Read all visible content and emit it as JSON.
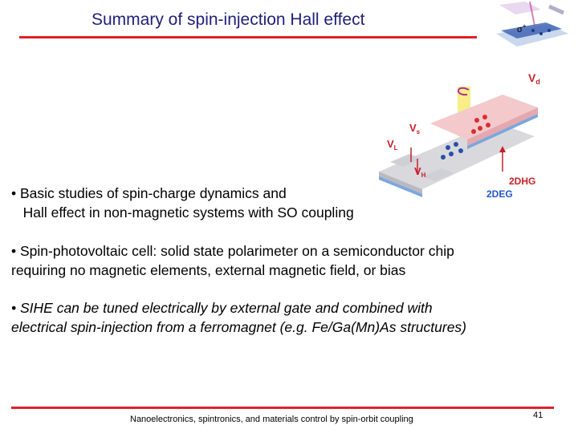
{
  "title": "Summary of spin-injection Hall effect",
  "bullets": [
    {
      "line1": "•  Basic studies of spin-charge dynamics and",
      "line2": "   Hall effect in non-magnetic systems with SO coupling"
    },
    {
      "line1": "•  Spin-photovoltaic cell: solid state polarimeter on a semiconductor chip",
      "line2": "requiring no magnetic elements,  external magnetic field, or bias"
    },
    {
      "line1": "•  SIHE can be tuned electrically by external gate and combined with",
      "line2": "electrical spin-injection from a ferromagnet (e.g. Fe/Ga(Mn)As structures)"
    }
  ],
  "diagram_labels": {
    "vd": "V",
    "vd_sub": "d",
    "vs": "V",
    "vs_sub": "s",
    "vl": "V",
    "vl_sub": "L",
    "vh": "V",
    "vh_sub": "H",
    "dhg": "2DHG",
    "deg": "2DEG"
  },
  "corner_labels": {
    "sigma": "σ",
    "sigma_sup": "+"
  },
  "footer": {
    "text": "Nanoelectronics, spintronics, and materials control by spin-orbit coupling",
    "page": "41"
  },
  "colors": {
    "title": "#1f1f7a",
    "rule": "#e0202a",
    "label_red": "#c8202a",
    "label_blue": "#2255cc",
    "device_pink": "#f3c9cc",
    "device_grey": "#d9d9dd",
    "layer_blue": "#7aa7de",
    "beam_yellow": "#f5ea6a"
  }
}
